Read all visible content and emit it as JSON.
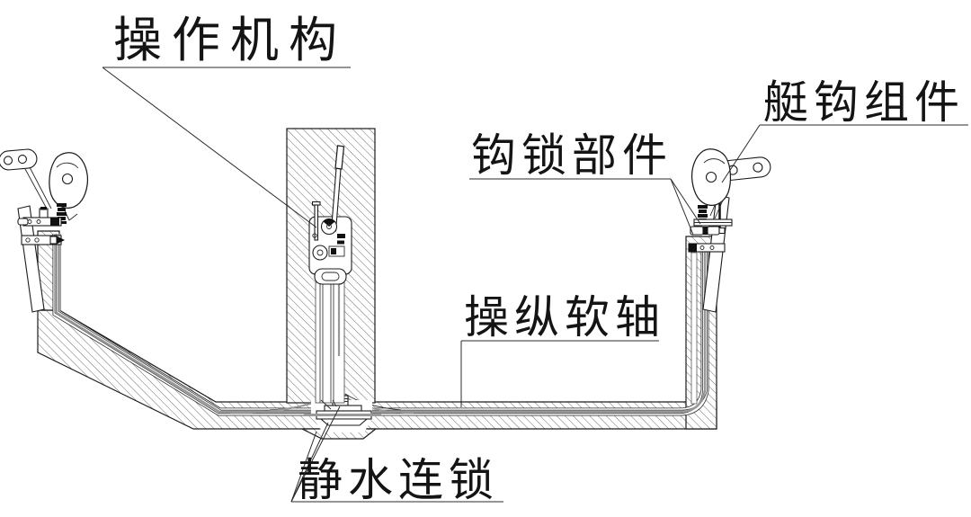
{
  "diagram": {
    "labels": {
      "operating_mechanism": "操作机构",
      "hook_lock_part": "钩锁部件",
      "boat_hook_assembly": "艇钩组件",
      "control_flexible_shaft": "操纵软轴",
      "hydrostatic_interlock": "静水连锁"
    },
    "colors": {
      "background": "#ffffff",
      "outline": "#1c1c1c",
      "hatch_line": "#3c3c3c",
      "cable_gray": "#979797"
    }
  }
}
